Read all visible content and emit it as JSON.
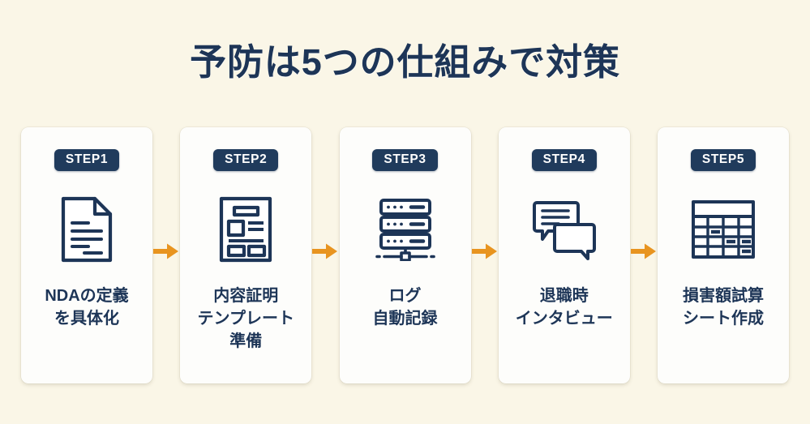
{
  "page": {
    "title": "予防は5つの仕組みで対策",
    "background_color": "#faf6e7",
    "title_color": "#1d3557",
    "accent_color": "#e8941f",
    "badge_color": "#203b5c",
    "card_color": "#fdfdfb"
  },
  "steps": [
    {
      "badge": "STEP1",
      "icon": "document-icon",
      "label": "NDAの定義\nを具体化"
    },
    {
      "badge": "STEP2",
      "icon": "template-document-icon",
      "label": "内容証明\nテンプレート\n準備"
    },
    {
      "badge": "STEP3",
      "icon": "server-stack-icon",
      "label": "ログ\n自動記録"
    },
    {
      "badge": "STEP4",
      "icon": "chat-bubbles-icon",
      "label": "退職時\nインタビュー"
    },
    {
      "badge": "STEP5",
      "icon": "spreadsheet-icon",
      "label": "損害額試算\nシート作成"
    }
  ],
  "connectors": [
    {
      "icon": "arrow-right-icon"
    },
    {
      "icon": "arrow-right-icon"
    },
    {
      "icon": "arrow-right-icon"
    },
    {
      "icon": "arrow-right-icon"
    }
  ]
}
